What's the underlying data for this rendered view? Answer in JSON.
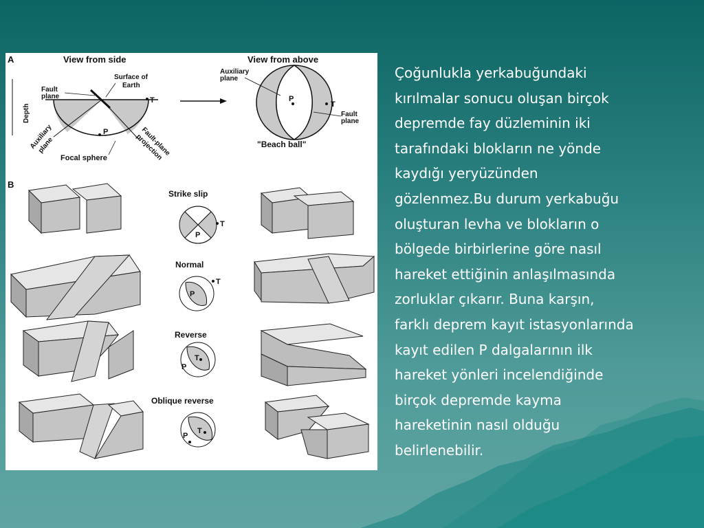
{
  "slide": {
    "body_lines": [
      "Çoğunlukla yerkabuğundaki",
      "kırılmalar sonucu oluşan birçok",
      "depremde fay düzleminin iki",
      "tarafındaki blokların ne yönde",
      "kaydığı yeryüzünden",
      "gözlenmez.Bu durum yerkabuğu",
      "oluşturan levha ve blokların o",
      "bölgede birbirlerine göre nasıl",
      "hareket ettiğinin anlaşılmasında",
      "zorluklar çıkarır. Buna karşın,",
      "farklı deprem kayıt istasyonlarında",
      "kayıt edilen P dalgalarının ilk",
      "hareket yönleri incelendiğinde",
      "birçok depremde kayma",
      "hareketinin nasıl olduğu",
      "belirlenebilir."
    ]
  },
  "figure": {
    "panel_a": "A",
    "panel_b": "B",
    "view_side": "View from side",
    "view_above": "View from above",
    "surface": [
      "Surface of",
      "Earth"
    ],
    "fault_plane": [
      "Fault",
      "plane"
    ],
    "depth": "Depth",
    "auxiliary_plane": [
      "Auxiliary",
      "plane"
    ],
    "focal_sphere": "Focal sphere",
    "fault_plane_projection": [
      "Fault-plane",
      "projection"
    ],
    "beach_ball": "\"Beach ball\"",
    "p": "P",
    "t": "T",
    "mechanisms": [
      "Strike slip",
      "Normal",
      "Reverse",
      "Oblique reverse"
    ]
  },
  "colors": {
    "background_top": "#0c6463",
    "background_bottom": "#5fa5a3",
    "block_gray": "#bdbdbd",
    "text": "#ffffff"
  }
}
